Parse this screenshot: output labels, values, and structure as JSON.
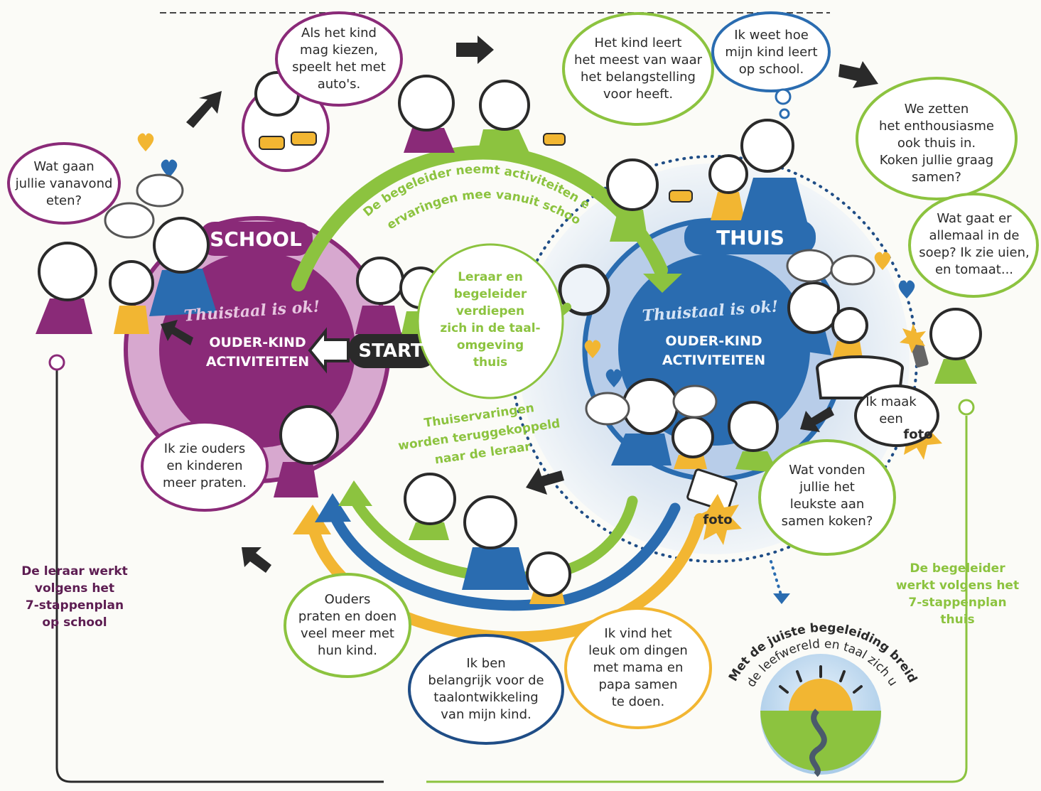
{
  "circles": {
    "school": {
      "label": "SCHOOL",
      "slogan": "Thuistaal is ok!",
      "center": "OUDER-KIND\nACTIVITEITEN"
    },
    "thuis": {
      "label": "THUIS",
      "slogan": "Thuistaal is ok!",
      "center": "OUDER-KIND\nACTIVITEITEN"
    },
    "start_label": "START"
  },
  "bubbles": {
    "kind_kiezen": "Als het kind\nmag kiezen,\nspeelt het met\nauto's.",
    "leert_meest": "Het kind leert\nhet meest van waar\nhet belangstelling\nvoor heeft.",
    "weet_hoe": "Ik weet hoe\nmijn kind leert\nop school.",
    "enthousiasme": "We zetten\nhet enthousiasme\nook thuis in.\nKoken jullie graag\nsamen?",
    "soep": "Wat gaat er\nallemaal in de\nsoep? Ik zie uien,\nen tomaat...",
    "wat_eten": "Wat gaan\njullie vanavond\neten?",
    "leraar_verdiepen": "Leraar en\nbegeleider\nverdiepen\nzich in de taal-\nomgeving\nthuis",
    "ouders_praten": "Ik zie ouders\nen kinderen\nmeer praten.",
    "maak_foto": "Ik maak\neen",
    "leukste": "Wat vonden\njullie het\nleukste aan\nsamen koken?",
    "ouders_doen": "Ouders\npraten en doen\nveel meer met\nhun kind.",
    "belangrijk": "Ik ben\nbelangrijk voor de\ntaalontwikkeling\nvan mijn kind.",
    "leuk_dingen": "Ik vind het\nleuk om dingen\nmet mama en\npapa samen\nte doen."
  },
  "arc_texts": {
    "top_line1": "De begeleider neemt activiteiten en",
    "top_line2": "ervaringen mee vanuit school",
    "bottom_line1": "Thuiservaringen",
    "bottom_line2": "worden teruggekoppeld",
    "bottom_line3": "naar de leraar",
    "horizon_line1": "Met de juiste begeleiding breiden",
    "horizon_line2": "de leefwereld en taal zich uit."
  },
  "badges": {
    "foto_1": "foto",
    "foto_2": "foto"
  },
  "side_notes": {
    "leraar": "De leraar werkt\nvolgens het\n7-stappenplan\nop school",
    "begeleider": "De begeleider\nwerkt volgens het\n7-stappenplan\nthuis"
  },
  "colors": {
    "purple": "#8a2a78",
    "purple_light": "#d7a8cf",
    "blue": "#2a6cb0",
    "blue_light": "#a8c4e6",
    "green": "#8cc33f",
    "yellow": "#f2b632",
    "dark": "#333333"
  }
}
